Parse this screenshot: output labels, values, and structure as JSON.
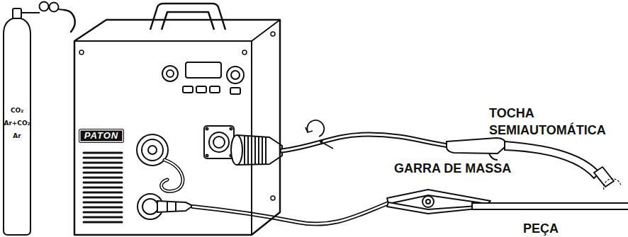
{
  "diagram": {
    "nodes": [
      {
        "text": [
          "CO₂",
          "Ar+CO₂",
          "Ar"
        ]
      },
      {
        "text": [
          "PATON"
        ]
      }
    ],
    "edges": [
      {
        "from": 0,
        "to": 1,
        "arrow": "none"
      }
    ],
    "labels": [
      "TOCHA SEMIAUTOMÁTICA",
      "GARRA DE MASSA",
      "PEÇA"
    ]
  }
}
